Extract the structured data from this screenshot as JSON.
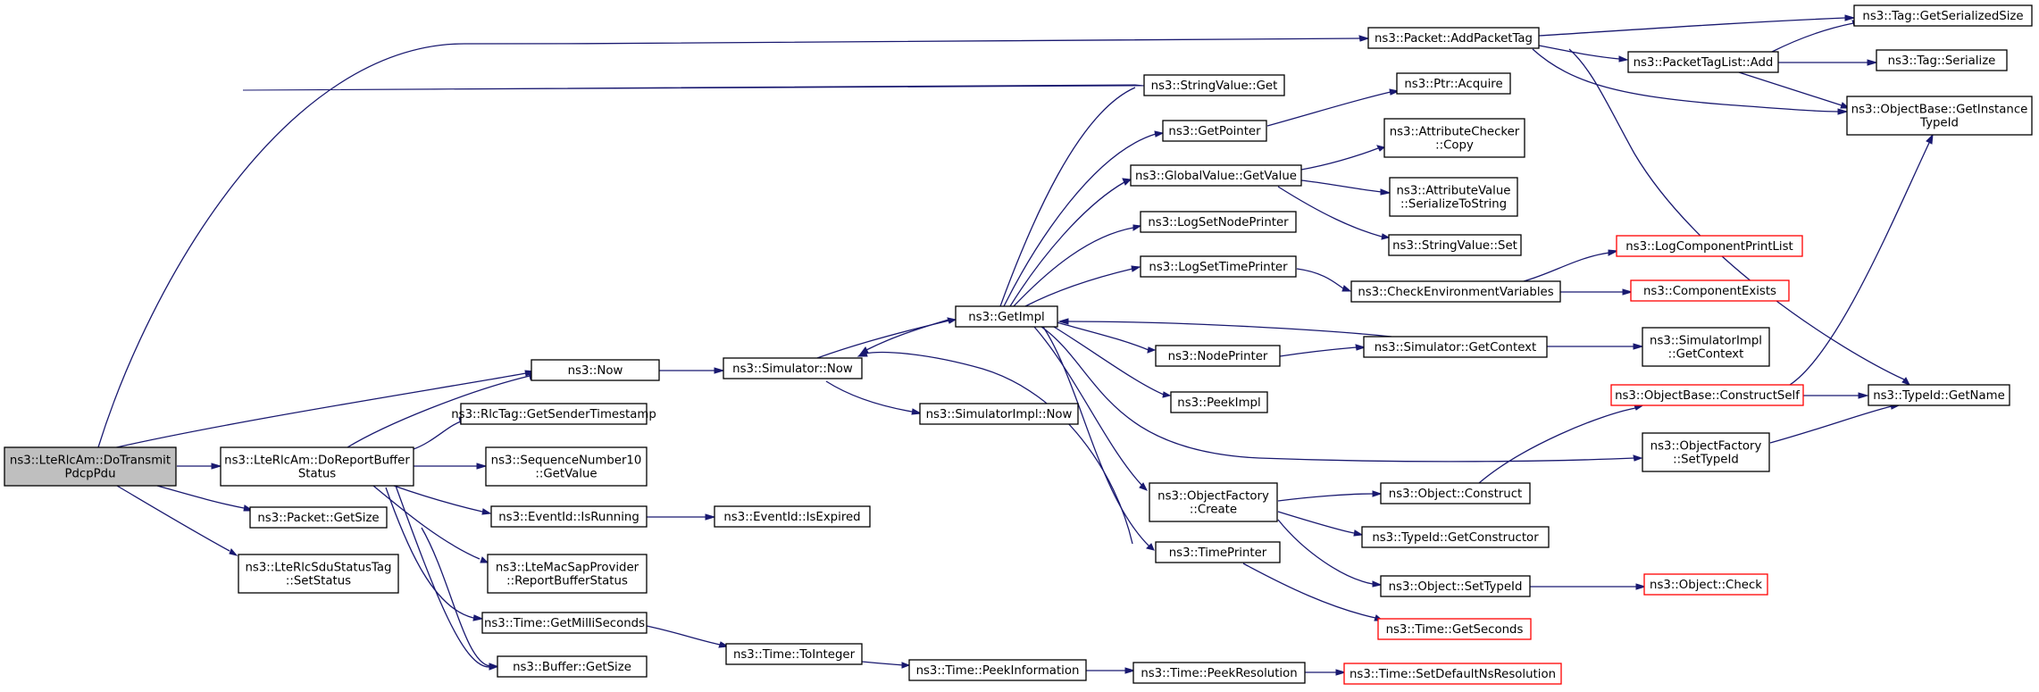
{
  "graph": {
    "nodes": [
      {
        "id": "root",
        "lines": [
          "ns3::LteRlcAm::DoTransmit",
          "PdcpPdu"
        ],
        "style": "root"
      },
      {
        "id": "now",
        "lines": [
          "ns3::Now"
        ]
      },
      {
        "id": "report",
        "lines": [
          "ns3::LteRlcAm::DoReportBuffer",
          "Status"
        ]
      },
      {
        "id": "pktgetsize",
        "lines": [
          "ns3::Packet::GetSize"
        ]
      },
      {
        "id": "sdustatus",
        "lines": [
          "ns3::LteRlcSduStatusTag",
          "::SetStatus"
        ]
      },
      {
        "id": "addpkttag",
        "lines": [
          "ns3::Packet::AddPacketTag"
        ]
      },
      {
        "id": "simnow",
        "lines": [
          "ns3::Simulator::Now"
        ]
      },
      {
        "id": "rlctag",
        "lines": [
          "ns3::RlcTag::GetSenderTimestamp"
        ]
      },
      {
        "id": "seqnum",
        "lines": [
          "ns3::SequenceNumber10",
          "::GetValue"
        ]
      },
      {
        "id": "evrunning",
        "lines": [
          "ns3::EventId::IsRunning"
        ]
      },
      {
        "id": "macsap",
        "lines": [
          "ns3::LteMacSapProvider",
          "::ReportBufferStatus"
        ]
      },
      {
        "id": "getms",
        "lines": [
          "ns3::Time::GetMilliSeconds"
        ]
      },
      {
        "id": "bufsize",
        "lines": [
          "ns3::Buffer::GetSize"
        ]
      },
      {
        "id": "evexpired",
        "lines": [
          "ns3::EventId::IsExpired"
        ]
      },
      {
        "id": "simimplnow",
        "lines": [
          "ns3::SimulatorImpl::Now"
        ]
      },
      {
        "id": "getimpl",
        "lines": [
          "ns3::GetImpl"
        ]
      },
      {
        "id": "tointeger",
        "lines": [
          "ns3::Time::ToInteger"
        ]
      },
      {
        "id": "strget",
        "lines": [
          "ns3::StringValue::Get"
        ]
      },
      {
        "id": "getptr",
        "lines": [
          "ns3::GetPointer"
        ]
      },
      {
        "id": "gvget",
        "lines": [
          "ns3::GlobalValue::GetValue"
        ]
      },
      {
        "id": "lognode",
        "lines": [
          "ns3::LogSetNodePrinter"
        ]
      },
      {
        "id": "logtime",
        "lines": [
          "ns3::LogSetTimePrinter"
        ]
      },
      {
        "id": "nodeprinter",
        "lines": [
          "ns3::NodePrinter"
        ]
      },
      {
        "id": "peekimpl",
        "lines": [
          "ns3::PeekImpl"
        ]
      },
      {
        "id": "objfcreate",
        "lines": [
          "ns3::ObjectFactory",
          "::Create"
        ]
      },
      {
        "id": "timeprinter",
        "lines": [
          "ns3::TimePrinter"
        ]
      },
      {
        "id": "peekinfo",
        "lines": [
          "ns3::Time::PeekInformation"
        ]
      },
      {
        "id": "ptracq",
        "lines": [
          "ns3::Ptr::Acquire"
        ]
      },
      {
        "id": "acheck",
        "lines": [
          "ns3::AttributeChecker",
          "::Copy"
        ]
      },
      {
        "id": "aval",
        "lines": [
          "ns3::AttributeValue",
          "::SerializeToString"
        ]
      },
      {
        "id": "strset",
        "lines": [
          "ns3::StringValue::Set"
        ]
      },
      {
        "id": "checkenv",
        "lines": [
          "ns3::CheckEnvironmentVariables"
        ]
      },
      {
        "id": "simctx",
        "lines": [
          "ns3::Simulator::GetContext"
        ]
      },
      {
        "id": "objconstruct",
        "lines": [
          "ns3::Object::Construct"
        ]
      },
      {
        "id": "tidctor",
        "lines": [
          "ns3::TypeId::GetConstructor"
        ]
      },
      {
        "id": "objsettid",
        "lines": [
          "ns3::Object::SetTypeId"
        ]
      },
      {
        "id": "getseconds",
        "lines": [
          "ns3::Time::GetSeconds"
        ],
        "style": "truncated"
      },
      {
        "id": "peekres",
        "lines": [
          "ns3::Time::PeekResolution"
        ]
      },
      {
        "id": "pkttaglist",
        "lines": [
          "ns3::PacketTagList::Add"
        ]
      },
      {
        "id": "logcomp",
        "lines": [
          "ns3::LogComponentPrintList"
        ],
        "style": "truncated"
      },
      {
        "id": "compexists",
        "lines": [
          "ns3::ComponentExists"
        ],
        "style": "truncated"
      },
      {
        "id": "simimplctx",
        "lines": [
          "ns3::SimulatorImpl",
          "::GetContext"
        ]
      },
      {
        "id": "constructself",
        "lines": [
          "ns3::ObjectBase::ConstructSelf"
        ],
        "style": "truncated"
      },
      {
        "id": "objfsettid",
        "lines": [
          "ns3::ObjectFactory",
          "::SetTypeId"
        ]
      },
      {
        "id": "objcheck",
        "lines": [
          "ns3::Object::Check"
        ],
        "style": "truncated"
      },
      {
        "id": "setdefres",
        "lines": [
          "ns3::Time::SetDefaultNsResolution"
        ],
        "style": "truncated"
      },
      {
        "id": "taggetser",
        "lines": [
          "ns3::Tag::GetSerializedSize"
        ]
      },
      {
        "id": "tagser",
        "lines": [
          "ns3::Tag::Serialize"
        ]
      },
      {
        "id": "getinsttid",
        "lines": [
          "ns3::ObjectBase::GetInstance",
          "TypeId"
        ]
      },
      {
        "id": "tidgetname",
        "lines": [
          "ns3::TypeId::GetName"
        ]
      }
    ]
  }
}
